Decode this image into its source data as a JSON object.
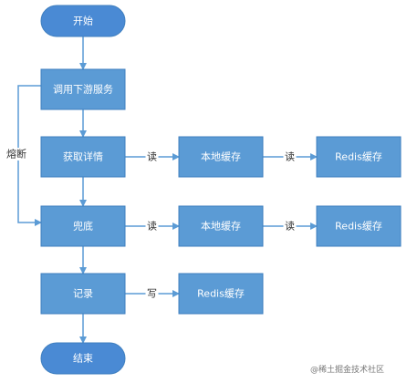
{
  "nodes": [
    {
      "id": "start",
      "label": "开始",
      "shape": "terminal"
    },
    {
      "id": "call",
      "label": "调用下游服务",
      "shape": "process"
    },
    {
      "id": "detail",
      "label": "获取详情",
      "shape": "process"
    },
    {
      "id": "cache1",
      "label": "本地缓存",
      "shape": "process"
    },
    {
      "id": "redis1",
      "label": "Redis缓存",
      "shape": "process"
    },
    {
      "id": "fallback",
      "label": "兜底",
      "shape": "process"
    },
    {
      "id": "cache2",
      "label": "本地缓存",
      "shape": "process"
    },
    {
      "id": "redis2",
      "label": "Redis缓存",
      "shape": "process"
    },
    {
      "id": "record",
      "label": "记录",
      "shape": "process"
    },
    {
      "id": "redis3",
      "label": "Redis缓存",
      "shape": "process"
    },
    {
      "id": "end",
      "label": "结束",
      "shape": "terminal"
    }
  ],
  "edges": [
    {
      "from": "start",
      "to": "call"
    },
    {
      "from": "call",
      "to": "detail"
    },
    {
      "from": "detail",
      "to": "cache1",
      "label": "读"
    },
    {
      "from": "cache1",
      "to": "redis1",
      "label": "读"
    },
    {
      "from": "detail",
      "to": "fallback"
    },
    {
      "from": "call",
      "to": "fallback",
      "label": "熔断"
    },
    {
      "from": "fallback",
      "to": "cache2",
      "label": "读"
    },
    {
      "from": "cache2",
      "to": "redis2",
      "label": "读"
    },
    {
      "from": "fallback",
      "to": "record"
    },
    {
      "from": "record",
      "to": "redis3",
      "label": "写"
    },
    {
      "from": "record",
      "to": "end"
    }
  ],
  "colors": {
    "node_fill": "#5b9bd5",
    "node_stroke": "#3f7fbf",
    "terminal_fill": "#4a8ad4",
    "edge": "#5b9bd5",
    "node_text": "#ffffff",
    "label_text": "#333333"
  },
  "watermark": {
    "text": "@稀土掘金技术社区",
    "icon": "juejin-logo"
  }
}
